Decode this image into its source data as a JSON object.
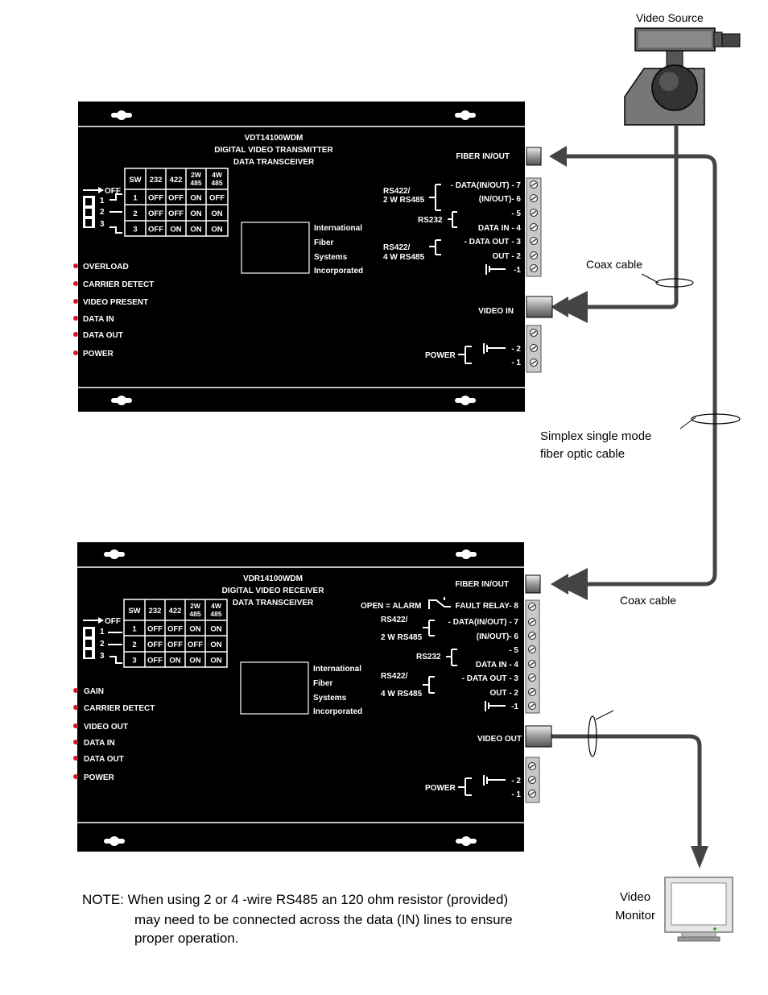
{
  "captions": {
    "video_source": "Video Source",
    "coax_top": "Coax cable",
    "coax_bottom": "Coax cable",
    "fiber_line1": "Simplex single mode",
    "fiber_line2": "fiber optic cable",
    "monitor_line1": "Video",
    "monitor_line2": "Monitor"
  },
  "note": {
    "line1": "NOTE:  When using 2 or 4 -wire RS485 an 120 ohm resistor (provided)",
    "line2": "may need to be connected across the data (IN) lines to ensure",
    "line3": "proper operation."
  },
  "transmitter": {
    "model": "VDT14100WDM",
    "title": "DIGITAL VIDEO TRANSMITTER",
    "subtitle": "DATA TRANSCEIVER",
    "switch_off": "OFF",
    "switch_numbers": [
      "1",
      "2",
      "3"
    ],
    "table_headers": [
      "SW",
      "232",
      "422",
      "2W\n485",
      "4W\n485"
    ],
    "table_rows": [
      [
        "1",
        "OFF",
        "OFF",
        "ON",
        "OFF"
      ],
      [
        "2",
        "OFF",
        "OFF",
        "ON",
        "ON"
      ],
      [
        "3",
        "OFF",
        "ON",
        "ON",
        "ON"
      ]
    ],
    "company": [
      "International",
      "Fiber",
      "Systems",
      "Incorporated"
    ],
    "leds": [
      "OVERLOAD",
      "CARRIER DETECT",
      "VIDEO PRESENT",
      "DATA IN",
      "DATA OUT",
      "POWER"
    ],
    "fiber_label": "FIBER IN/OUT",
    "video_label": "VIDEO IN",
    "group_rs422_2w": [
      "RS422/",
      "2 W RS485"
    ],
    "group_rs232": "RS232",
    "group_rs422_4w": [
      "RS422/",
      "4 W RS485"
    ],
    "terminals": [
      "- DATA(IN/OUT) - 7",
      "(IN/OUT)- 6",
      "- 5",
      "DATA IN - 4",
      "- DATA OUT - 3",
      "OUT - 2",
      "-1"
    ],
    "power_label": "POWER",
    "power_terminals": [
      "- 2",
      "- 1"
    ]
  },
  "receiver": {
    "model": "VDR14100WDM",
    "title": "DIGITAL VIDEO RECEIVER",
    "subtitle": "DATA TRANSCEIVER",
    "switch_off": "OFF",
    "switch_numbers": [
      "1",
      "2",
      "3"
    ],
    "table_headers": [
      "SW",
      "232",
      "422",
      "2W\n485",
      "4W\n485"
    ],
    "table_rows": [
      [
        "1",
        "OFF",
        "OFF",
        "ON",
        "ON"
      ],
      [
        "2",
        "OFF",
        "OFF",
        "OFF",
        "ON"
      ],
      [
        "3",
        "OFF",
        "ON",
        "ON",
        "ON"
      ]
    ],
    "company": [
      "International",
      "Fiber",
      "Systems",
      "Incorporated"
    ],
    "leds": [
      "GAIN",
      "CARRIER DETECT",
      "VIDEO OUT",
      "DATA IN",
      "DATA OUT",
      "POWER"
    ],
    "fiber_label": "FIBER IN/OUT",
    "video_label": "VIDEO OUT",
    "alarm_label": "OPEN = ALARM",
    "group_rs422_2w": [
      "RS422/",
      "2 W RS485"
    ],
    "group_rs232": "RS232",
    "group_rs422_4w": [
      "RS422/",
      "4 W RS485"
    ],
    "terminals": [
      "FAULT RELAY- 8",
      "- DATA(IN/OUT) - 7",
      "(IN/OUT)- 6",
      "- 5",
      "DATA IN - 4",
      "- DATA OUT - 3",
      "OUT - 2",
      "-1"
    ],
    "power_label": "POWER",
    "power_terminals": [
      "- 2",
      "- 1"
    ]
  },
  "colors": {
    "panel": "#000000",
    "cable": "#444444",
    "led": "#d61a1a",
    "terminal_strip": "#c8c8c8",
    "camera": "#6e6e6e"
  }
}
